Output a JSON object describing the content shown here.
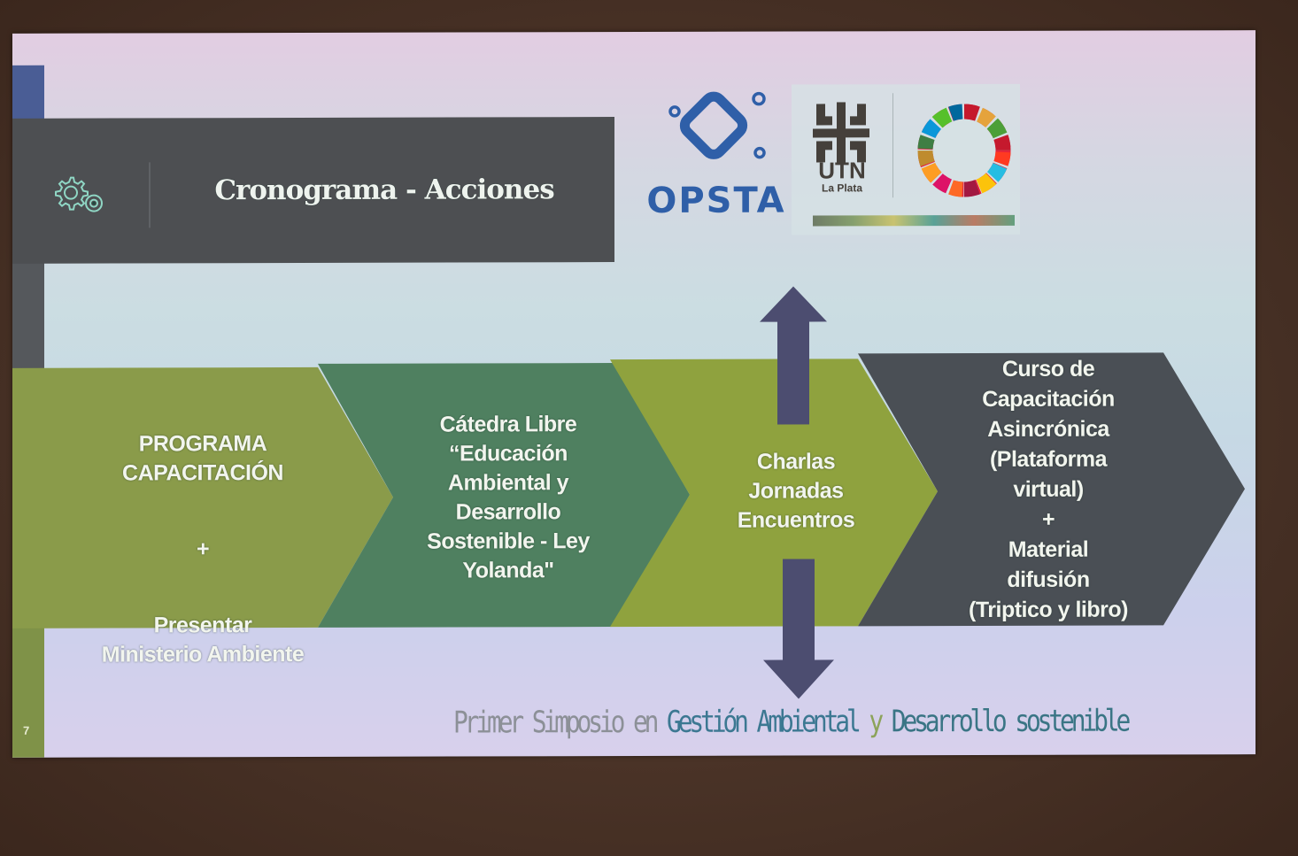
{
  "slide": {
    "number": "7",
    "title": "Cronograma - Acciones",
    "title_icon": "gears-icon"
  },
  "logos": {
    "opsta": {
      "text": "OPSTA",
      "color": "#2f5fa8"
    },
    "utn": {
      "text": "UTN",
      "subtitle": "La Plata"
    },
    "sdg": {
      "icon": "sdg-wheel-icon"
    }
  },
  "flow": {
    "steps": [
      {
        "title": "PROGRAMA\nCAPACITACIÓN",
        "plus": "+",
        "subtitle": "Presentar\nMinisterio Ambiente",
        "color": "#8a9b4a"
      },
      {
        "text": "Cátedra Libre\n“Educación\nAmbiental y\nDesarrollo\nSostenible - Ley\nYolanda\"",
        "color": "#4f8060"
      },
      {
        "text": "Charlas\nJornadas\nEncuentros",
        "color": "#8fa23e"
      },
      {
        "text": "Curso de\nCapacitación\nAsincrónica\n(Plataforma\nvirtual)\n+\nMaterial\ndifusión\n(Triptico y libro)",
        "color": "#4a4f55"
      }
    ],
    "arrow_color": "#4c4d70"
  },
  "footer": {
    "part1": "Primer Simposio en ",
    "part2": "Gestión Ambiental ",
    "part3": "y ",
    "part4": "Desarrollo sostenible"
  }
}
